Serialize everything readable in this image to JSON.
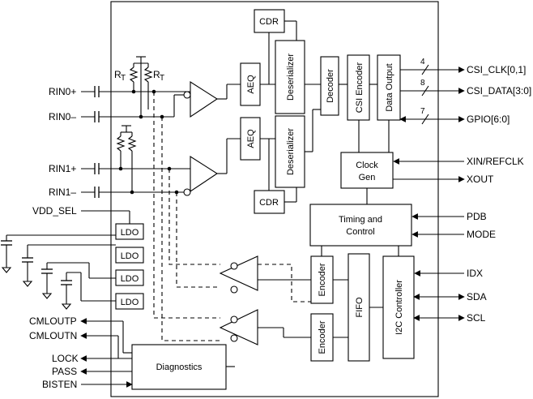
{
  "blocks": {
    "cdr": "CDR",
    "aeq": "AEQ",
    "deserializer": "Deserializer",
    "decoder": "Decoder",
    "csi_encoder": "CSI Encoder",
    "data_output": "Data Output",
    "clock_gen": [
      "Clock",
      "Gen"
    ],
    "timing_control": [
      "Timing and",
      "Control"
    ],
    "ldo": "LDO",
    "encoder": "Encoder",
    "fifo": "FIFO",
    "i2c": "I2C Controller",
    "diagnostics": "Diagnostics"
  },
  "resistor_label": "R",
  "resistor_subscript": "T",
  "pins_left": {
    "rin0p": "RIN0+",
    "rin0m": "RIN0–",
    "rin1p": "RIN1+",
    "rin1m": "RIN1–",
    "vdd_sel": "VDD_SEL",
    "cmloutp": "CMLOUTP",
    "cmloutn": "CMLOUTN",
    "lock": "LOCK",
    "pass": "PASS",
    "bisten": "BISTEN"
  },
  "pins_right": {
    "csi_clk": "CSI_CLK[0,1]",
    "csi_data": "CSI_DATA[3:0]",
    "gpio": "GPIO[6:0]",
    "xin": "XIN/REFCLK",
    "xout": "XOUT",
    "pdb": "PDB",
    "mode": "MODE",
    "idx": "IDX",
    "sda": "SDA",
    "scl": "SCL"
  },
  "bus_widths": {
    "csi_clk": "4",
    "csi_data": "8",
    "gpio": "7"
  }
}
